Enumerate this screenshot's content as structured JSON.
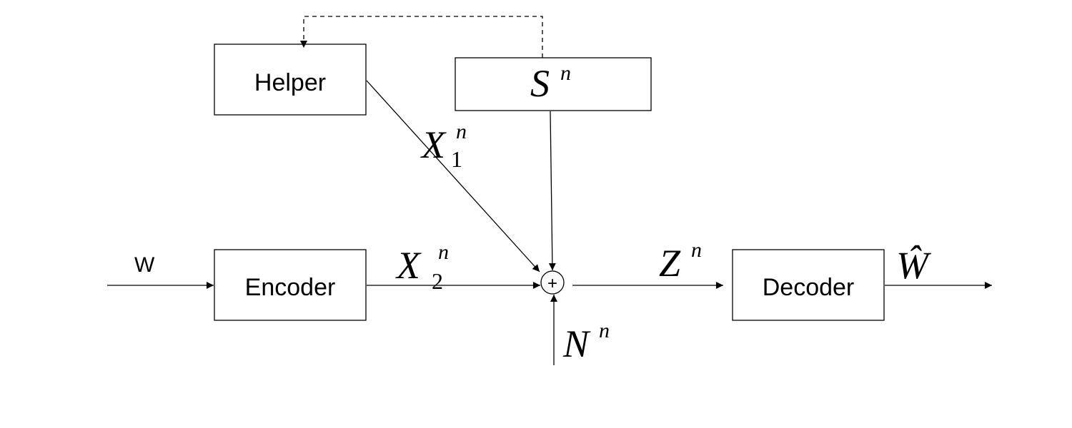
{
  "blocks": {
    "helper": "Helper",
    "state": "S",
    "encoder": "Encoder",
    "decoder": "Decoder"
  },
  "signals": {
    "message_in": "W",
    "helper_out": "X",
    "encoder_out": "X",
    "state_sup": "n",
    "helper_out_sup": "n",
    "helper_out_sub": "1",
    "encoder_out_sup": "n",
    "encoder_out_sub": "2",
    "channel_out": "Z",
    "channel_out_sup": "n",
    "noise": "N",
    "noise_sup": "n",
    "estimate": "Ŵ"
  },
  "adder_symbol": "+"
}
